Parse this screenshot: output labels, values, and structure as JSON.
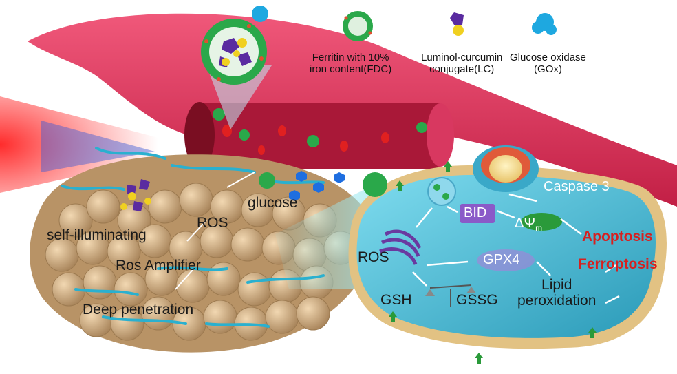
{
  "legend": {
    "ferritin": {
      "line1": "Ferritin with 10%",
      "line2": "iron content(FDC)",
      "icon": "ferritin-nanoparticle-icon"
    },
    "luminol": {
      "line1": "Luminol-curcumin",
      "line2": "conjugate(LC)",
      "icon": "luminol-curcumin-icon"
    },
    "gox": {
      "line1": "Glucose oxidase",
      "line2": "(GOx)",
      "icon": "glucose-oxidase-icon"
    }
  },
  "tumor": {
    "glucose": "glucose",
    "ros": "ROS",
    "self_illuminating": "self-illuminating",
    "ros_amplifier": "Ros Amplifier",
    "deep_penetration": "Deep penetration"
  },
  "cell": {
    "caspase": "Caspase 3",
    "bid": "BID",
    "mito_potential": "ΔΨ",
    "mito_sub": "m",
    "ros": "ROS",
    "gpx4": "GPX4",
    "gsh": "GSH",
    "gssg": "GSSG",
    "lipid1": "Lipid",
    "lipid2": "peroxidation",
    "apoptosis": "Apoptosis",
    "ferroptosis": "Ferroptosis"
  },
  "colors": {
    "vessel": "#d9305a",
    "vessel_inner": "#8a0f26",
    "tumor": "#c9a77a",
    "cell_body": "#5cc4dc",
    "cell_membrane": "#e8c98e",
    "highlight_red": "#d62020",
    "fiber": "#2ab0cf"
  }
}
